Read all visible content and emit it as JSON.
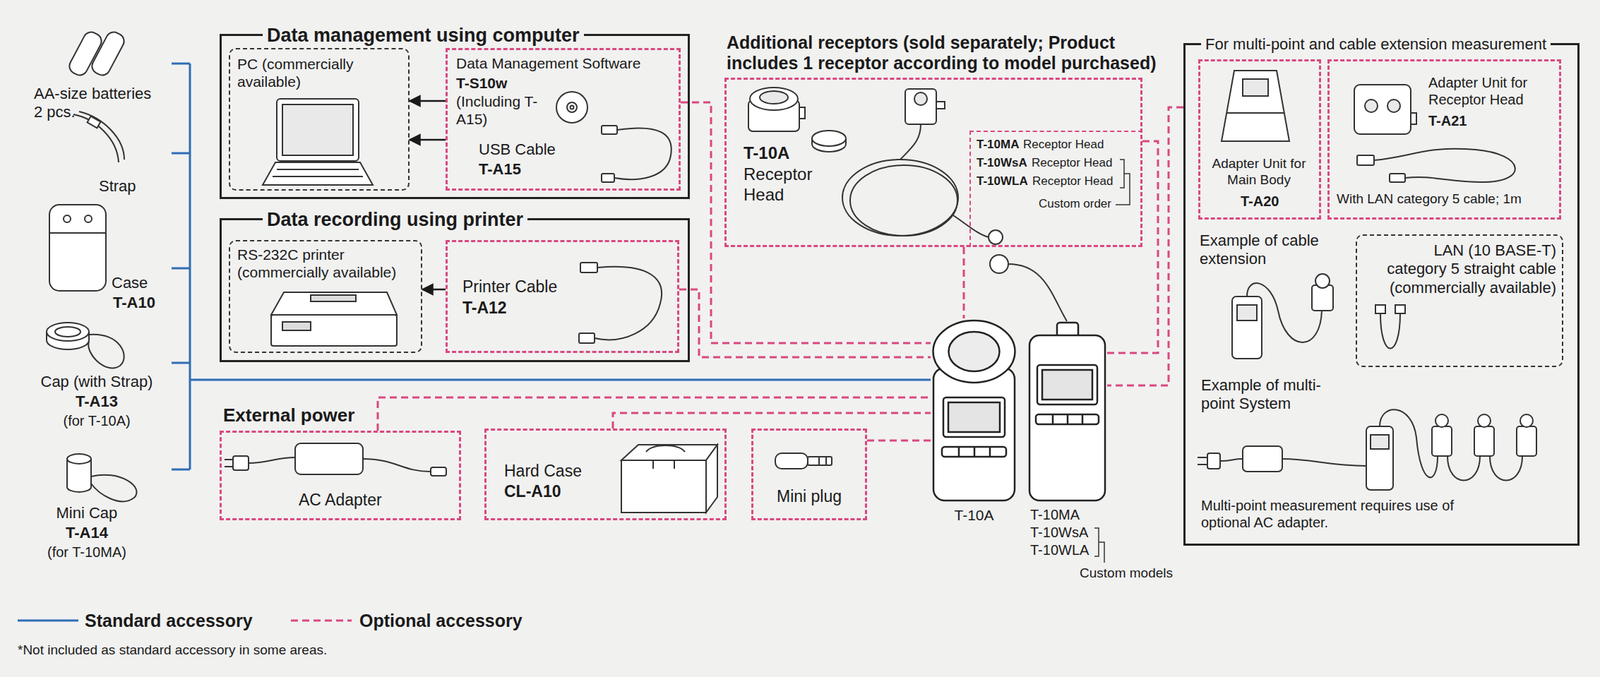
{
  "diagram": {
    "nodes": [
      {
        "text": [
          "Data management using computer"
        ]
      },
      {
        "text": [
          "PC (commercially available)"
        ],
        "in": 0
      },
      {
        "text": [
          "Data Management Software",
          "T-S10w",
          "(Including T-A15)",
          "USB Cable",
          "T-A15"
        ],
        "in": 0
      },
      {
        "text": [
          "Data recording using printer"
        ]
      },
      {
        "text": [
          "RS-232C printer (commercially available)"
        ],
        "in": 3
      },
      {
        "text": [
          "Printer Cable",
          "T-A12"
        ],
        "in": 3
      },
      {
        "text": [
          "Additional receptors (sold separately; Product includes 1 receptor according to model purchased)",
          "T-10A",
          "Receptor Head"
        ]
      },
      {
        "text": [
          "T-10MA",
          "Receptor Head",
          "T-10WsA",
          "Receptor Head",
          "T-10WLA",
          "Receptor Head",
          "Custom order"
        ],
        "in": 6
      },
      {
        "text": [
          "For multi-point and cable extension measurement"
        ]
      },
      {
        "text": [
          "Adapter Unit for Main Body",
          "T-A20"
        ],
        "in": 8
      },
      {
        "text": [
          "Adapter Unit for Receptor Head",
          "T-A21",
          "With LAN category 5 cable; 1m"
        ],
        "in": 8
      },
      {
        "text": [
          "LAN (10 BASE-T) category 5 straight cable (commercially available)"
        ],
        "in": 8
      },
      {
        "text": [
          "External power",
          "AC Adapter"
        ]
      },
      {
        "text": [
          "Hard Case",
          "CL-A10"
        ]
      },
      {
        "text": [
          "Mini plug"
        ]
      },
      {
        "text": [
          "T-10A"
        ]
      },
      {
        "text": [
          "T-10MA",
          "T-10WsA",
          "T-10WLA",
          "Custom models"
        ]
      }
    ],
    "edges": [
      {
        "from": 2,
        "to": 1,
        "arrow": "to"
      },
      {
        "from": 2,
        "to": 1,
        "arrow": "to"
      },
      {
        "from": 5,
        "to": 4,
        "arrow": "to"
      },
      {
        "from": 2,
        "to": 15,
        "arrow": "none"
      },
      {
        "from": 5,
        "to": 15,
        "arrow": "none"
      },
      {
        "from": 6,
        "to": 15,
        "arrow": "none"
      },
      {
        "from": 7,
        "to": 16,
        "arrow": "none"
      },
      {
        "from": 8,
        "to": 16,
        "arrow": "none"
      },
      {
        "from": 12,
        "to": 15,
        "arrow": "none"
      },
      {
        "from": 13,
        "to": 15,
        "arrow": "none"
      },
      {
        "from": 14,
        "to": 15,
        "arrow": "none"
      }
    ],
    "labels": [
      "AA-size batteries 2 pcs.",
      "Strap",
      "Case",
      "T-A10",
      "Cap (with Strap)",
      "T-A13",
      "(for T-10A)",
      "Mini Cap",
      "T-A14",
      "(for T-10MA)",
      "Example of cable extension",
      "Example of multi-point System",
      "Multi-point measurement requires use of optional AC adapter.",
      "*Not included as standard accessory in some areas."
    ],
    "legend": [
      {
        "text": "Standard accessory"
      },
      {
        "text": "Optional accessory"
      }
    ]
  }
}
